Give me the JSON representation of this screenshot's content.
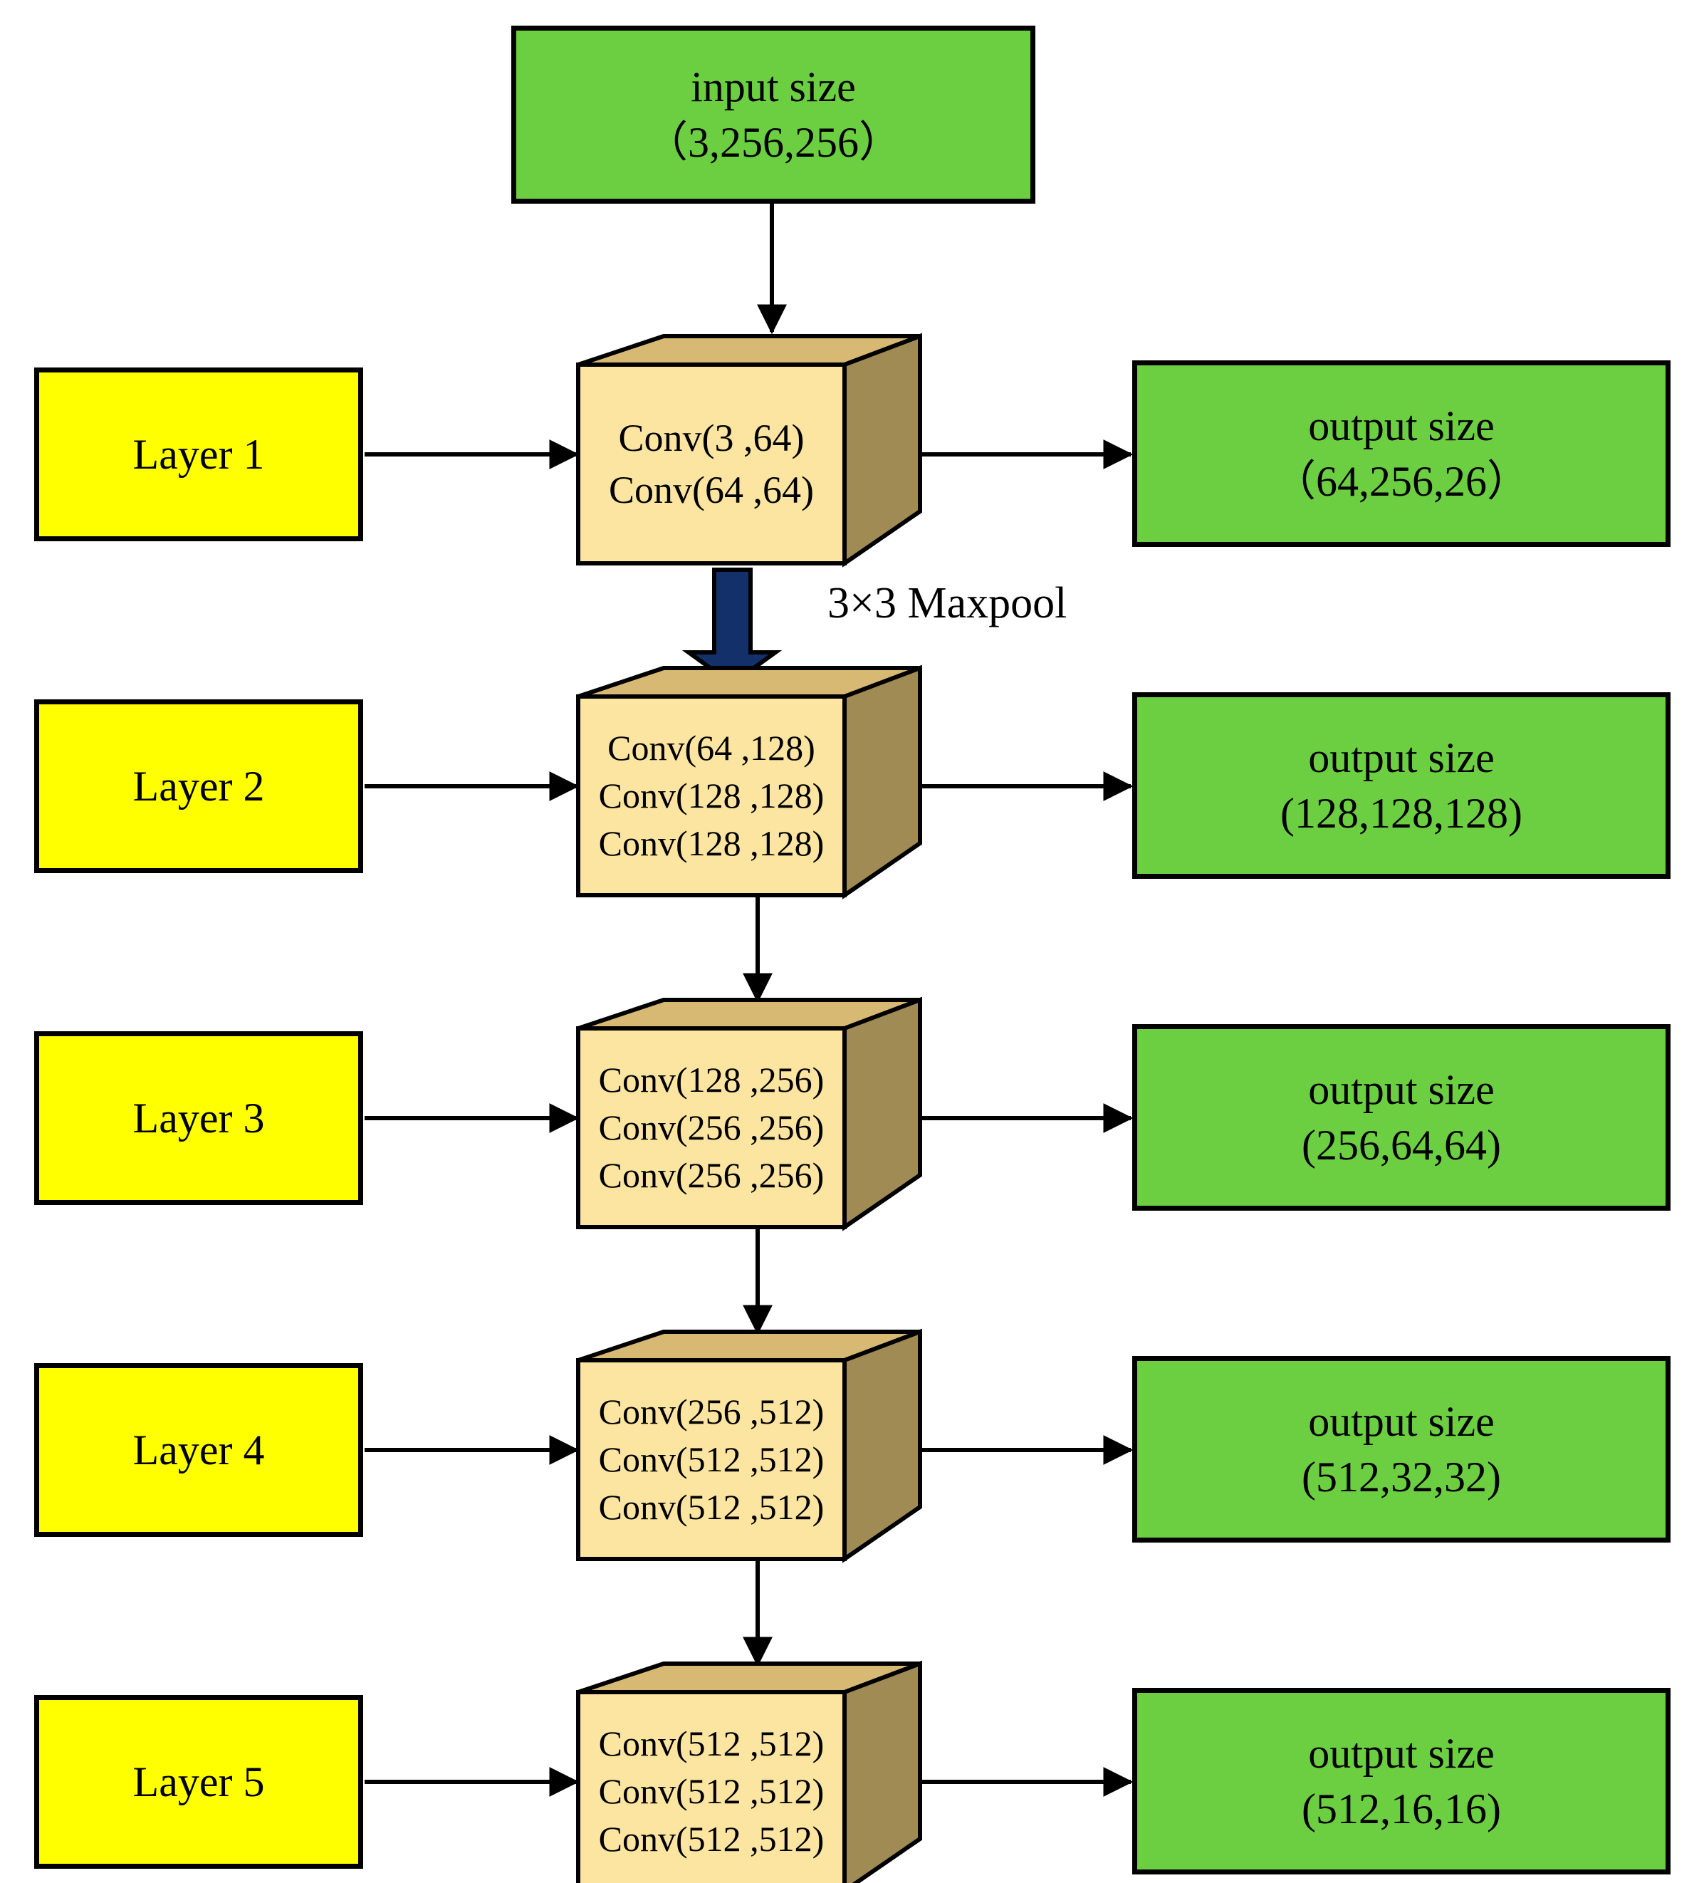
{
  "diagram": {
    "title_text": "VGG-style convolutional backbone layer diagram",
    "colors": {
      "input_output_fill": "#6CCF42",
      "layer_label_fill": "#FFFF00",
      "cube_front_fill": "#FCE5A0",
      "cube_top_fill": "#D8B974",
      "cube_side_fill": "#A08B55",
      "stroke": "#000000",
      "maxpool_arrow_fill": "#13306B"
    },
    "input": {
      "line1": "input size",
      "line2": "（3,256,256）"
    },
    "pooling": {
      "label": "3×3 Maxpool"
    },
    "layers": [
      {
        "label": "Layer 1",
        "convs": [
          "Conv(3 ,64)",
          "Conv(64 ,64)"
        ],
        "output_line1": "output size",
        "output_line2": "（64,256,26）"
      },
      {
        "label": "Layer 2",
        "convs": [
          "Conv(64 ,128)",
          "Conv(128 ,128)",
          "Conv(128 ,128)"
        ],
        "output_line1": "output size",
        "output_line2": "(128,128,128)"
      },
      {
        "label": "Layer 3",
        "convs": [
          "Conv(128 ,256)",
          "Conv(256 ,256)",
          "Conv(256 ,256)"
        ],
        "output_line1": "output size",
        "output_line2": "(256,64,64)"
      },
      {
        "label": "Layer 4",
        "convs": [
          "Conv(256 ,512)",
          "Conv(512 ,512)",
          "Conv(512 ,512)"
        ],
        "output_line1": "output size",
        "output_line2": "(512,32,32)"
      },
      {
        "label": "Layer 5",
        "convs": [
          "Conv(512 ,512)",
          "Conv(512 ,512)",
          "Conv(512 ,512)"
        ],
        "output_line1": "output size",
        "output_line2": "(512,16,16)"
      }
    ]
  }
}
